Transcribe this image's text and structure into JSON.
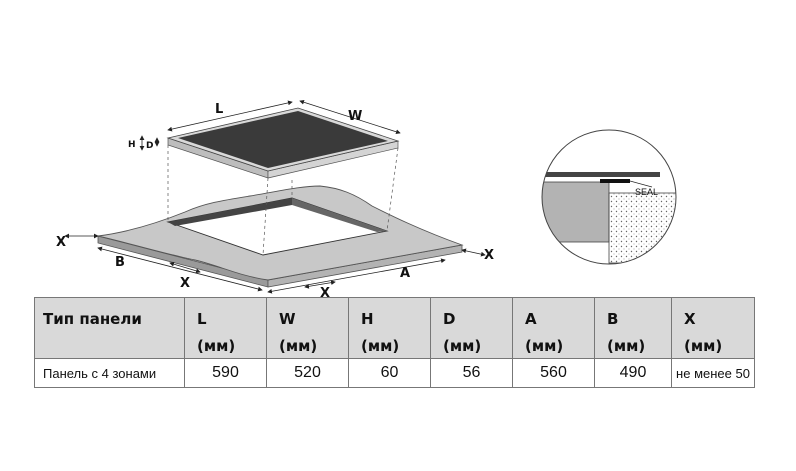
{
  "diagram": {
    "labels": {
      "L": "L",
      "W": "W",
      "H": "H",
      "D": "D",
      "A": "A",
      "B": "B",
      "X": "X"
    },
    "seal_label": "SEAL"
  },
  "table": {
    "headers": [
      {
        "name": "Тип панели",
        "unit": ""
      },
      {
        "name": "L",
        "unit": "(мм)"
      },
      {
        "name": "W",
        "unit": "(мм)"
      },
      {
        "name": "H",
        "unit": "(мм)"
      },
      {
        "name": "D",
        "unit": "(мм)"
      },
      {
        "name": "A",
        "unit": "(мм)"
      },
      {
        "name": "B",
        "unit": "(мм)"
      },
      {
        "name": "X",
        "unit": "(мм)"
      }
    ],
    "row": [
      "Панель с 4 зонами",
      "590",
      "520",
      "60",
      "56",
      "560",
      "490",
      "не менее 50"
    ]
  }
}
